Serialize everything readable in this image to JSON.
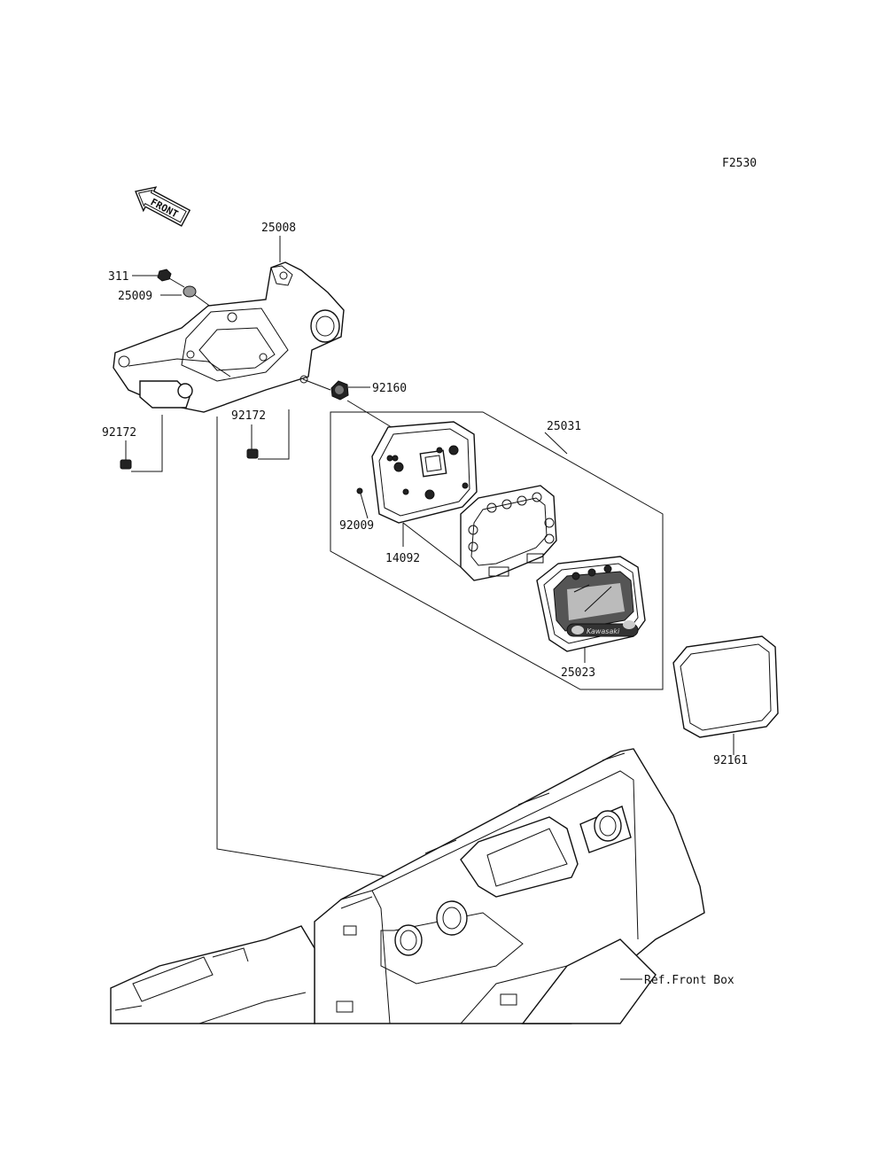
{
  "figure_code": "F2530",
  "front_arrow_text": "FRONT",
  "labels": {
    "p311": "311",
    "p25009": "25009",
    "p25008": "25008",
    "p92160": "92160",
    "p92172_left": "92172",
    "p92172_center": "92172",
    "p25031": "25031",
    "p92009": "92009",
    "p14092": "14092",
    "p25023": "25023",
    "p92161": "92161",
    "ref_front_box": "Ref.Front Box"
  },
  "logo_text": "Kawasaki"
}
